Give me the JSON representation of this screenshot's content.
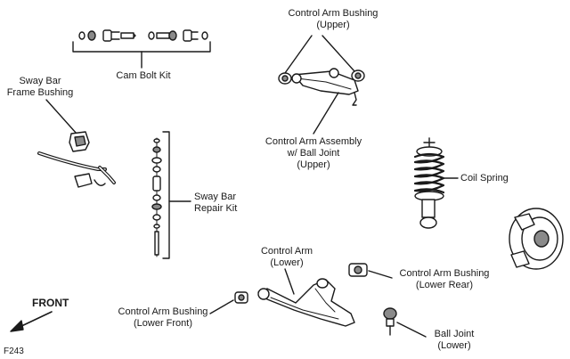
{
  "labels": {
    "cam_bolt_kit": "Cam Bolt Kit",
    "cab_upper_1": "Control Arm Bushing",
    "cab_upper_2": "(Upper)",
    "sway_bush_1": "Sway Bar",
    "sway_bush_2": "Frame Bushing",
    "caa_upper_1": "Control Arm Assembly",
    "caa_upper_2": "w/ Ball Joint",
    "caa_upper_3": "(Upper)",
    "sway_kit_1": "Sway Bar",
    "sway_kit_2": "Repair Kit",
    "coil_spring": "Coil Spring",
    "ca_lower_1": "Control Arm",
    "ca_lower_2": "(Lower)",
    "cab_lr_1": "Control Arm Bushing",
    "cab_lr_2": "(Lower Rear)",
    "cab_lf_1": "Control Arm Bushing",
    "cab_lf_2": "(Lower Front)",
    "bj_lower_1": "Ball Joint",
    "bj_lower_2": "(Lower)",
    "front": "FRONT",
    "figure_id": "F243"
  },
  "colors": {
    "line": "#1a1a1a",
    "part_fill": "#ffffff",
    "shade": "#8a8a8a"
  }
}
